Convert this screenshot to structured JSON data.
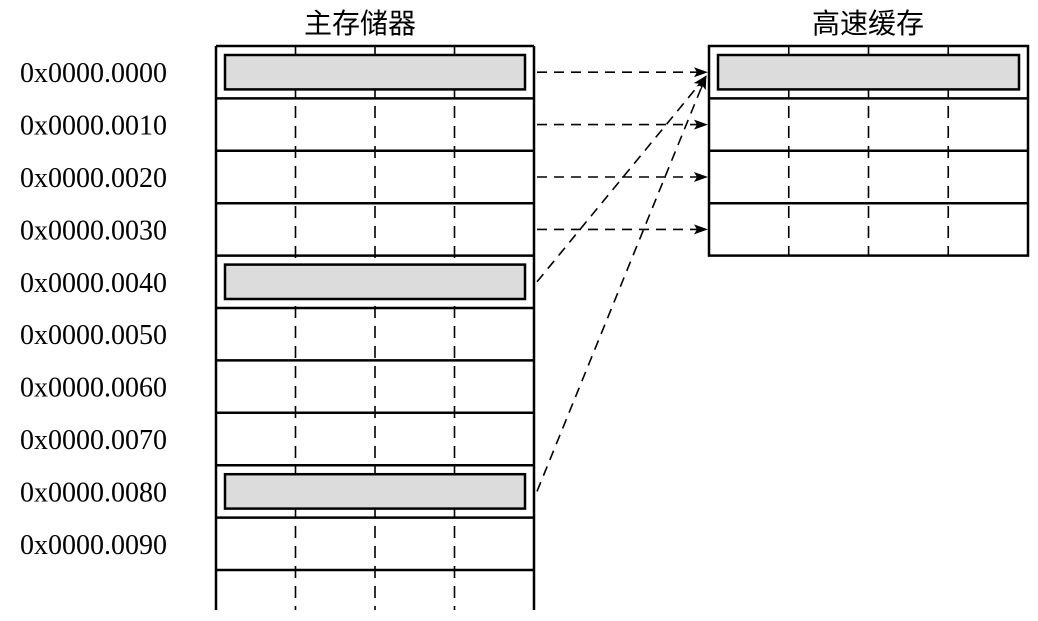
{
  "diagram": {
    "main_memory": {
      "title": "主存储器",
      "addresses": [
        "0x0000.0000",
        "0x0000.0010",
        "0x0000.0020",
        "0x0000.0030",
        "0x0000.0040",
        "0x0000.0050",
        "0x0000.0060",
        "0x0000.0070",
        "0x0000.0080",
        "0x0000.0090"
      ],
      "highlighted_rows": [
        0,
        4,
        8
      ]
    },
    "cache": {
      "title": "高速缓存",
      "row_count": 4,
      "highlighted_rows": [
        0
      ]
    },
    "mappings": [
      {
        "from": 0,
        "to": 0
      },
      {
        "from": 1,
        "to": 1
      },
      {
        "from": 2,
        "to": 2
      },
      {
        "from": 3,
        "to": 3
      },
      {
        "from": 4,
        "to": 0
      },
      {
        "from": 8,
        "to": 0
      }
    ],
    "colors": {
      "line": "#000000",
      "highlight_fill": "#dcdcdc",
      "background": "#ffffff"
    }
  }
}
